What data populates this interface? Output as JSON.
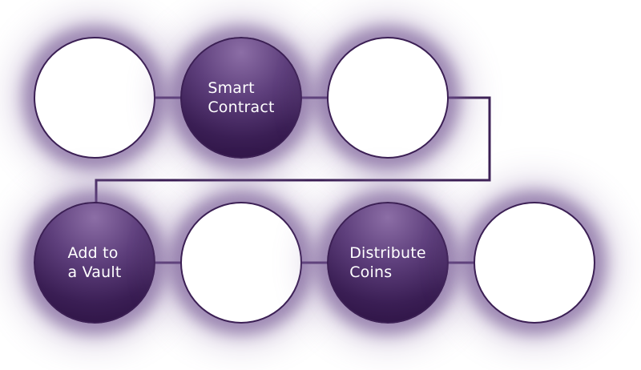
{
  "theme": {
    "accent": "#3b1f54",
    "node_dark": "#4a2c66",
    "node_light": "#ffffff",
    "glow": "#7b5a9c",
    "label_color": "#ffffff"
  },
  "rows": [
    {
      "nodes": [
        {
          "style": "light",
          "lines": []
        },
        {
          "style": "dark",
          "lines": [
            "Smart",
            "Contract"
          ]
        },
        {
          "style": "light",
          "lines": []
        }
      ]
    },
    {
      "nodes": [
        {
          "style": "dark",
          "lines": [
            "Add to",
            "a Vault"
          ]
        },
        {
          "style": "light",
          "lines": []
        },
        {
          "style": "dark",
          "lines": [
            "Distribute",
            "Coins"
          ]
        },
        {
          "style": "light",
          "lines": []
        }
      ]
    }
  ]
}
